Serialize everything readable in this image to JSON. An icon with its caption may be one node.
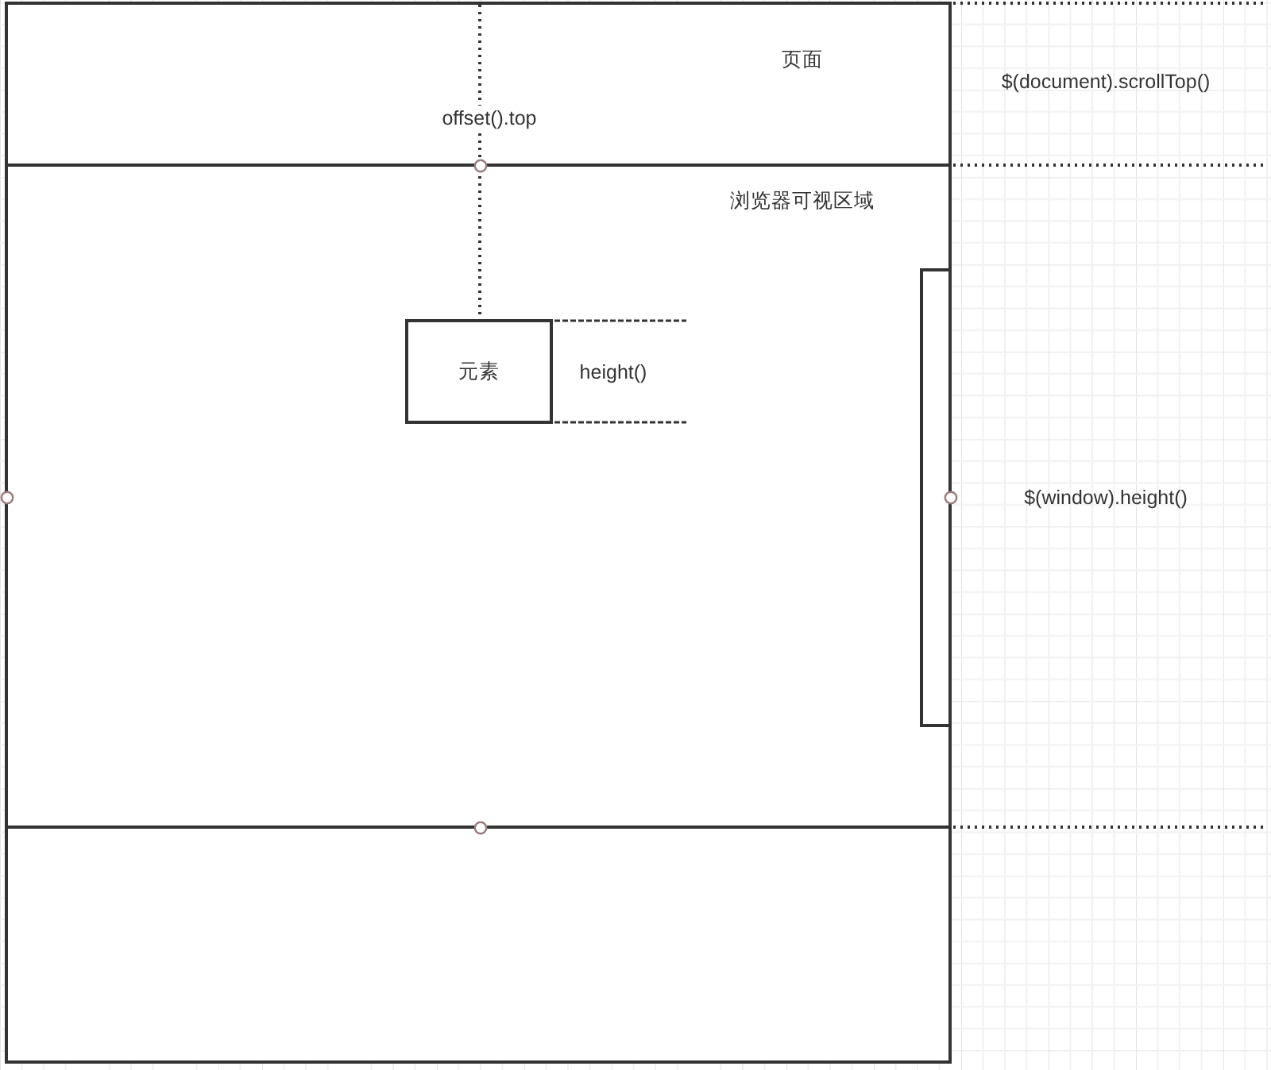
{
  "diagram": {
    "nodes": [
      {
        "text": [
          "页面"
        ]
      },
      {
        "text": [
          "浏览器可视区域"
        ],
        "in": 0
      },
      {
        "text": [
          "元素"
        ],
        "in": 1
      },
      {
        "text": [],
        "shape": "bar",
        "in": 1
      }
    ],
    "labels": [
      "offset().top",
      "$(document).scrollTop()",
      "height()",
      "$(window).height()"
    ]
  }
}
